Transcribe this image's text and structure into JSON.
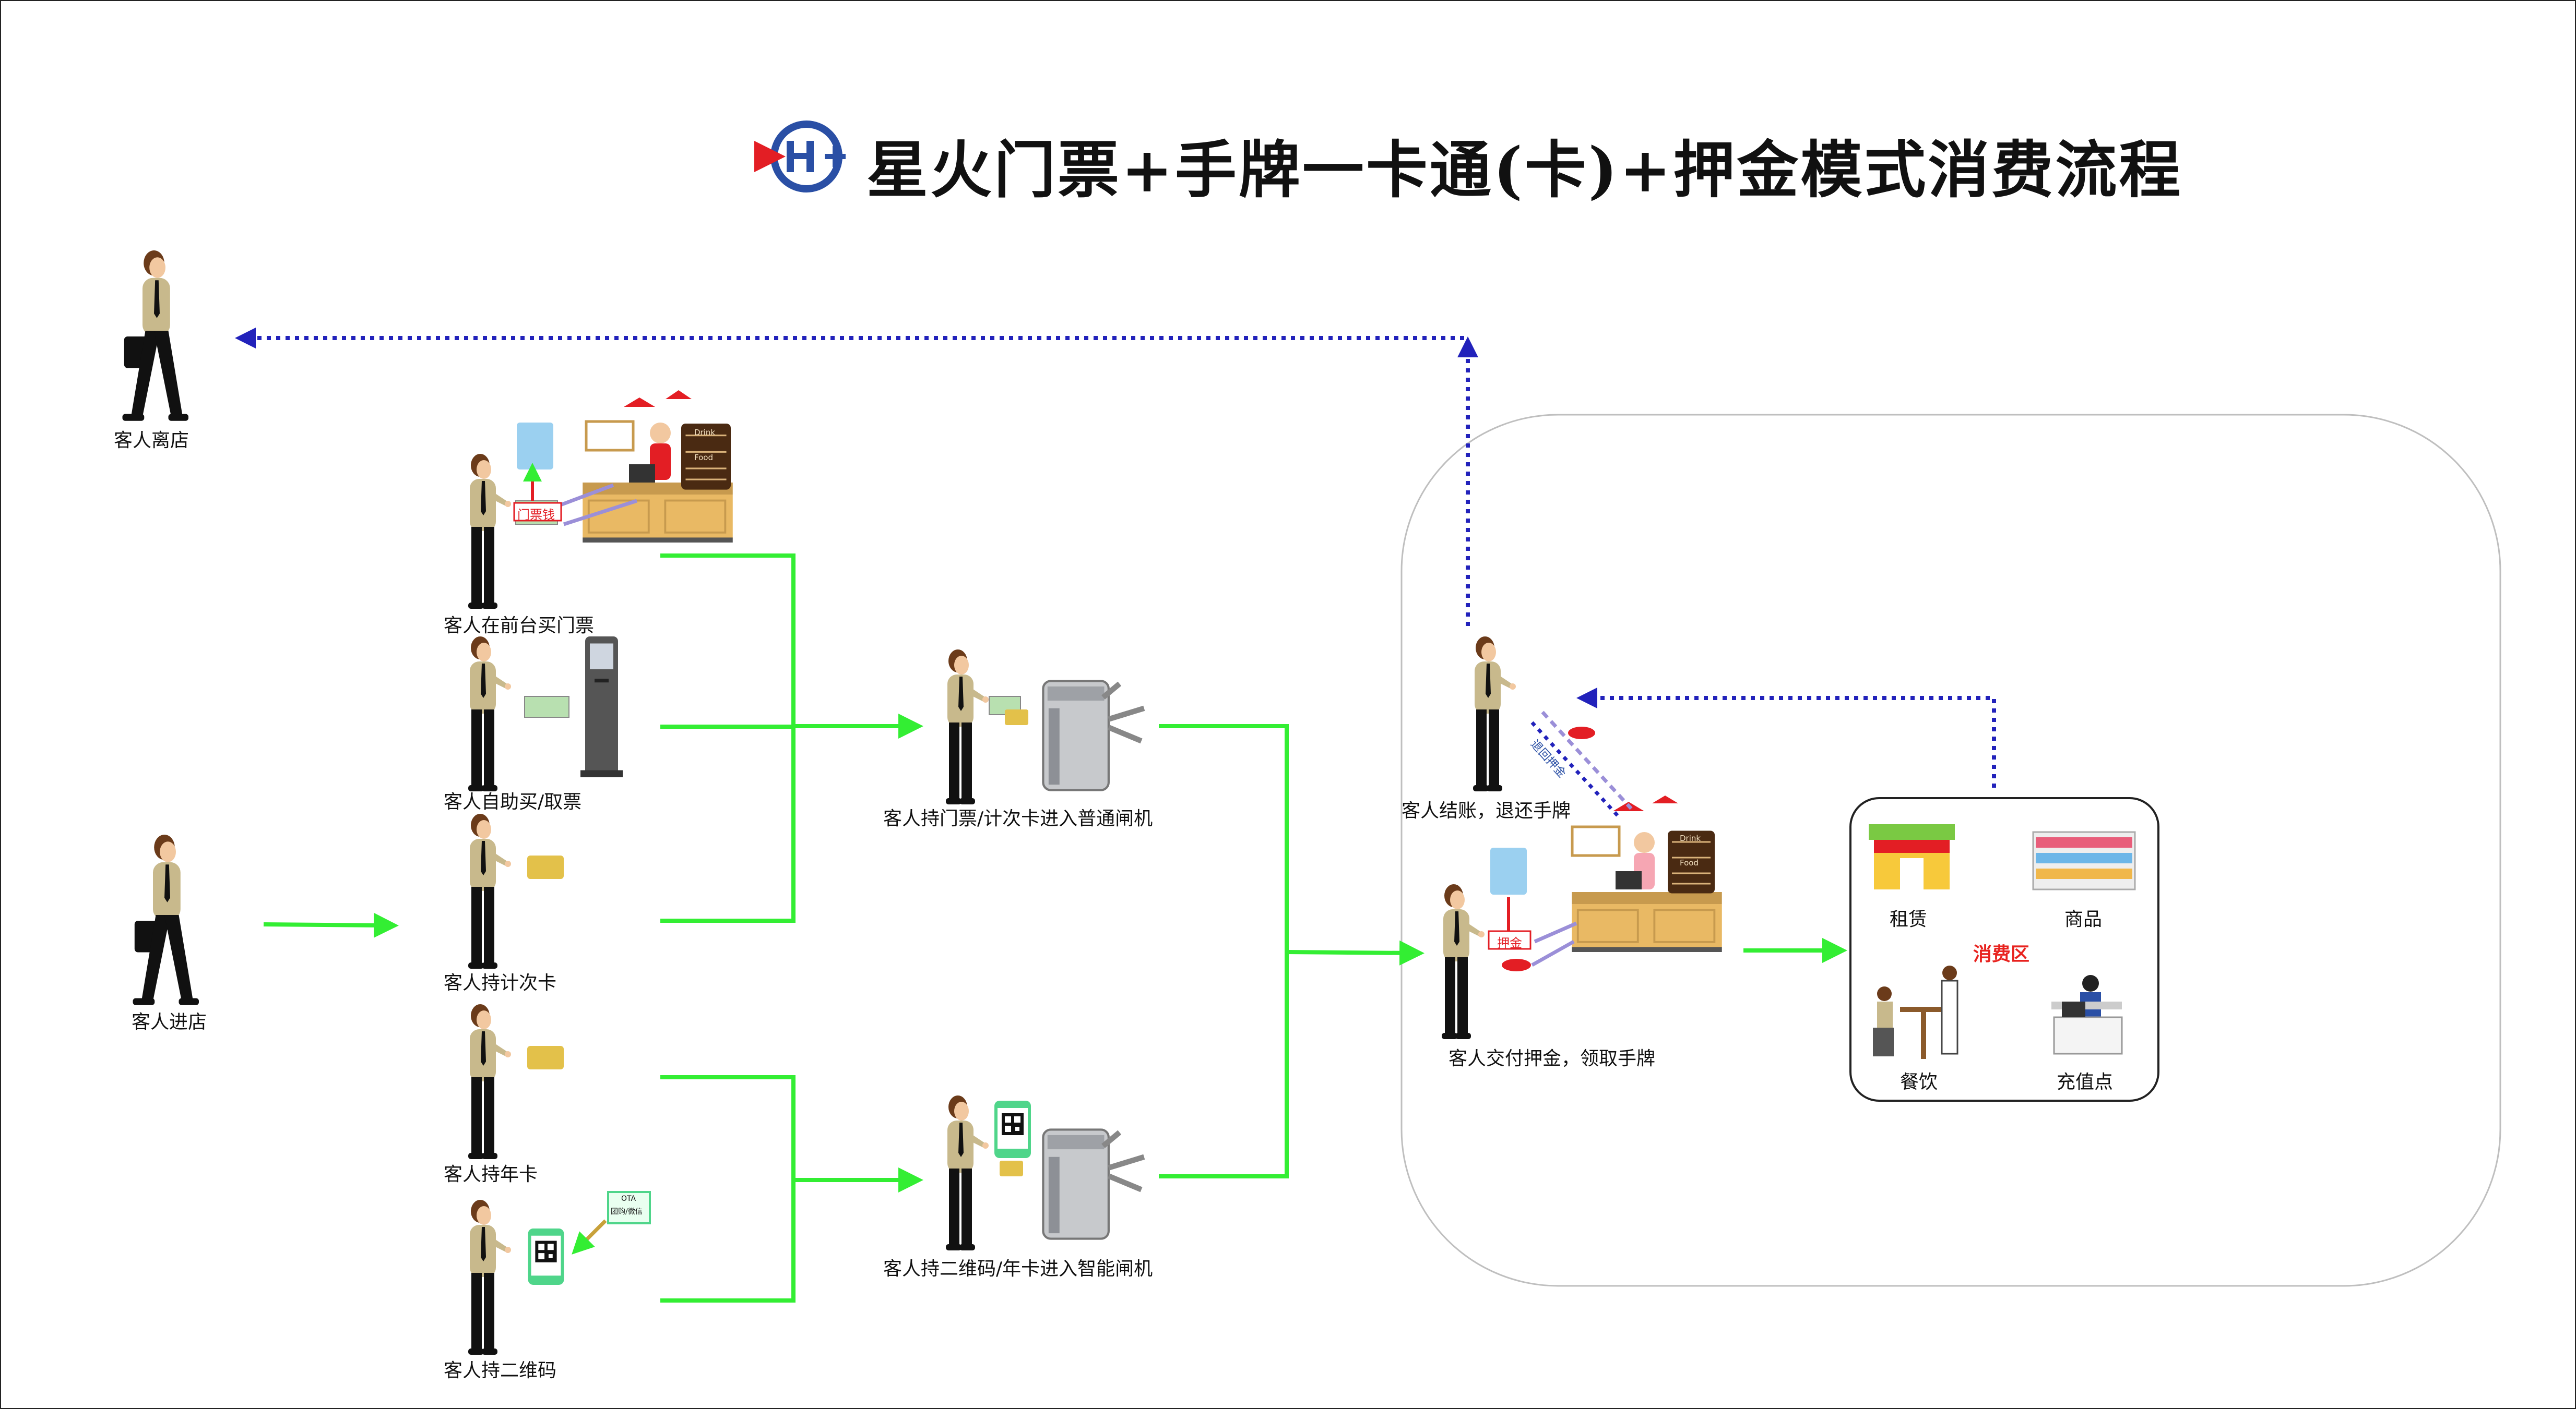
{
  "title": "星火门票+手牌一卡通(卡)+押金模式消费流程",
  "logo": {
    "text": "IH+",
    "colors": {
      "red": "#e31e24",
      "blue": "#2a4fa5"
    }
  },
  "colors": {
    "green": "#33ee33",
    "blue_dotted": "#2222bb",
    "wood": "#e9b964",
    "shirt": "#c8b98c"
  },
  "nodes": {
    "leave": "客人离店",
    "enter": "客人进店",
    "front_desk": "客人在前台买门票",
    "self_service": "客人自助买/取票",
    "count_card": "客人持计次卡",
    "year_card": "客人持年卡",
    "qr_code": "客人持二维码",
    "normal_gate": "客人持门票/计次卡进入普通闸机",
    "smart_gate": "客人持二维码/年卡进入智能闸机",
    "checkout": "客人结账，退还手牌",
    "deposit": "客人交付押金，领取手牌"
  },
  "tags": {
    "ticket_money": "门票钱",
    "deposit": "押金",
    "return_deposit": "退回押金",
    "ota": "OTA",
    "group_buy": "团购/微信",
    "drink": "Drink",
    "food": "Food"
  },
  "consumption_zone": {
    "title": "消费区",
    "rental": "租赁",
    "goods": "商品",
    "dining": "餐饮",
    "recharge": "充值点"
  }
}
